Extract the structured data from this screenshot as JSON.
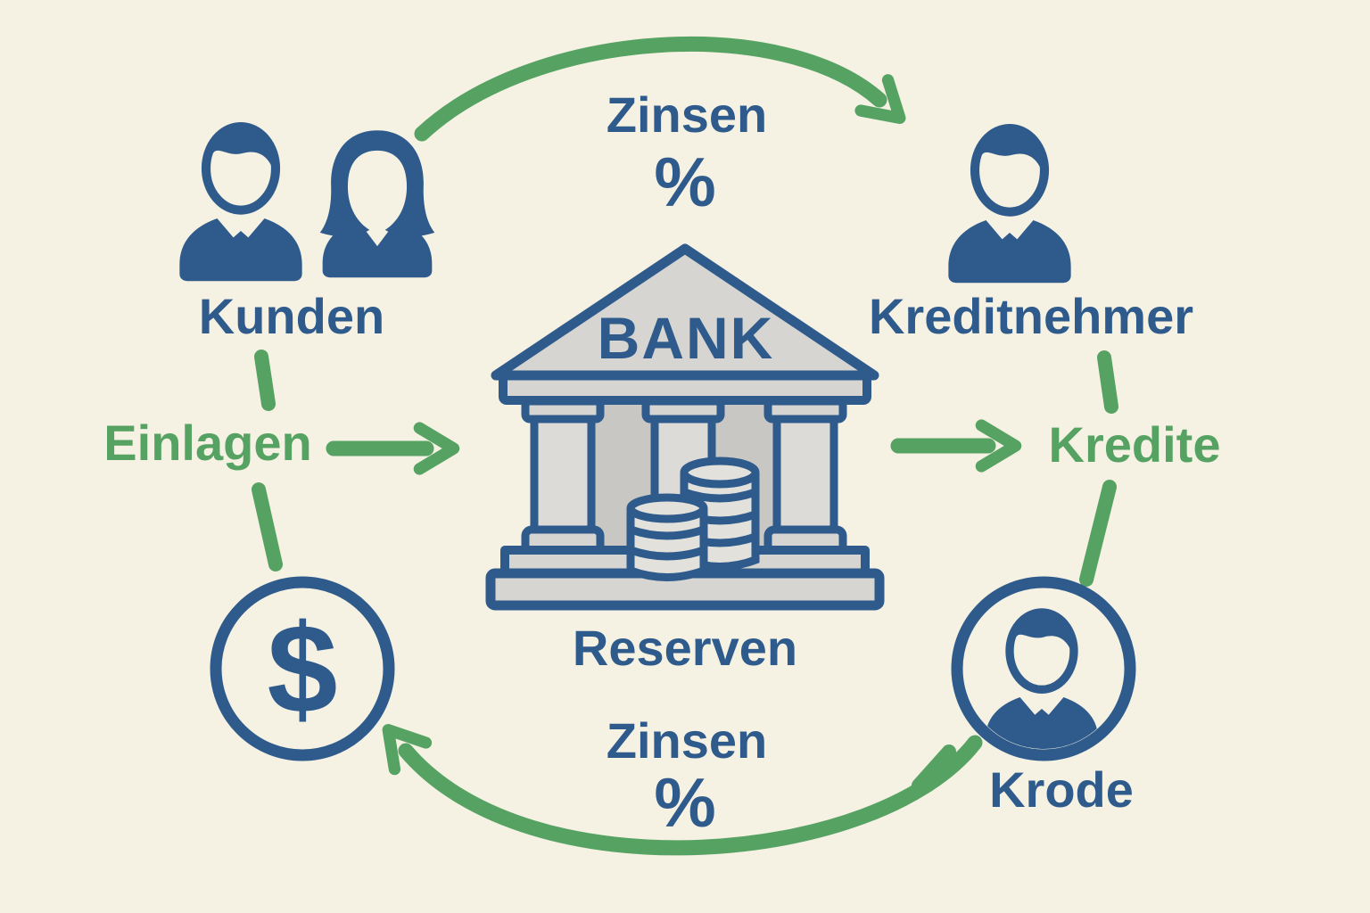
{
  "nodes": {
    "customers": {
      "label": "Kunden"
    },
    "borrowers": {
      "label": "Kreditnehmer"
    },
    "bank": {
      "sign": "BANK",
      "caption": "Reserven"
    },
    "money": {
      "glyph": "$"
    },
    "borrower_avatar": {
      "label": "Krode"
    }
  },
  "flows": {
    "interest_top": {
      "label": "Zinsen",
      "symbol": "%"
    },
    "deposits": {
      "label": "Einlagen"
    },
    "loans": {
      "label": "Kredite"
    },
    "interest_bottom": {
      "label": "Zinsen",
      "symbol": "%"
    }
  },
  "colors": {
    "background": "#f5f1e3",
    "primary_blue": "#2e5b8b",
    "accent_green": "#55a263",
    "bank_gray": "#d7d5d1",
    "wall_gray": "#c9c7c3",
    "coin_gray": "#e3e1dc"
  }
}
